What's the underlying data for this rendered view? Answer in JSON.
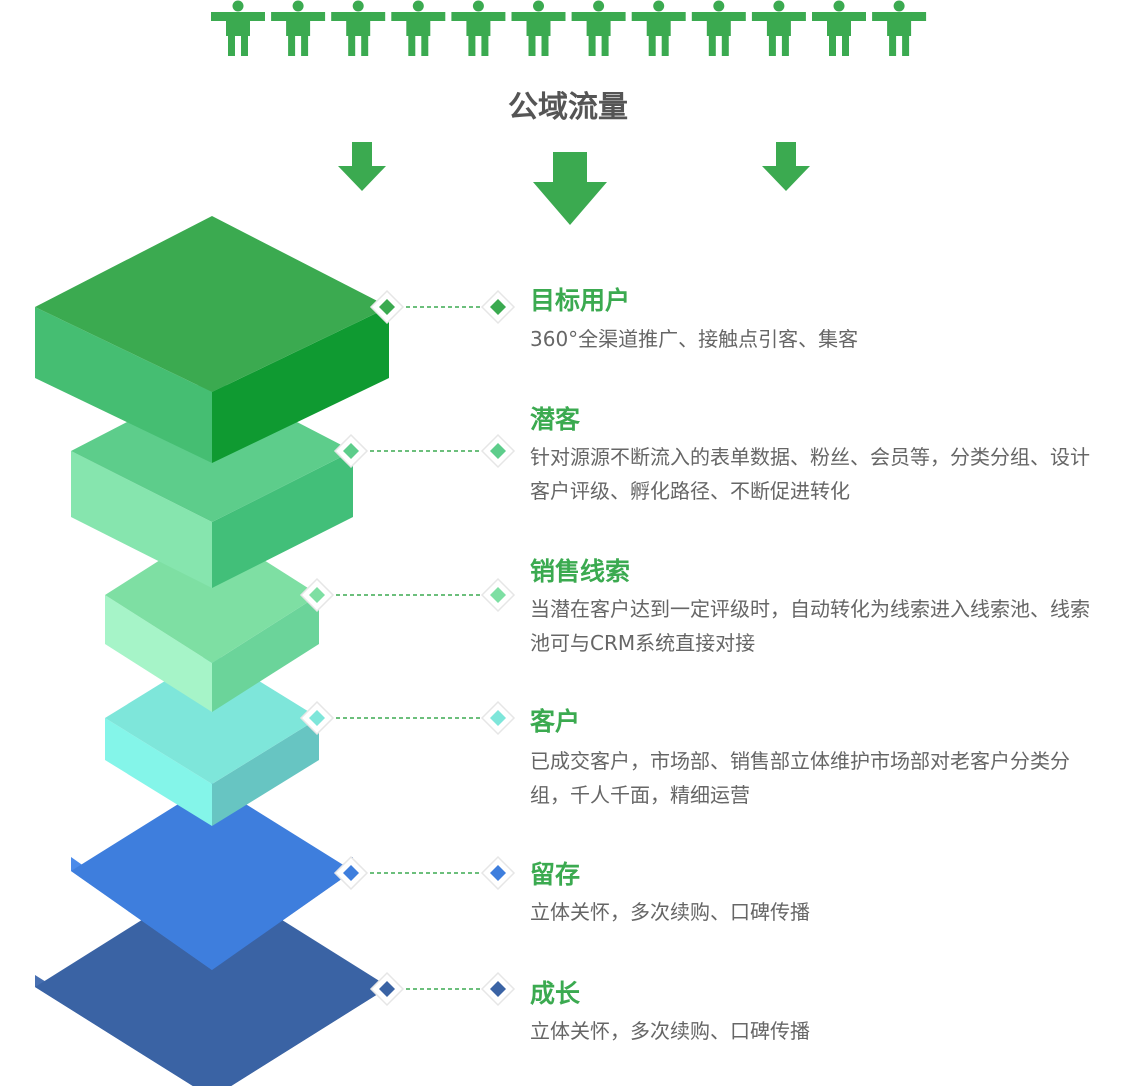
{
  "header": {
    "title": "公域流量"
  },
  "colors": {
    "title_green": "#3BAA50",
    "desc_gray": "#666666",
    "person_green": "#3BAA50",
    "arrow_green": "#3BAA50"
  },
  "people_count": 12,
  "stages": [
    {
      "title": "目标用户",
      "description": "360°全渠道推广、接触点引客、集客",
      "colors": {
        "top": "#3BAA50",
        "left": "#45BE72",
        "right": "#0F9A31",
        "dot": "#3BAA50"
      }
    },
    {
      "title": "潜客",
      "description": "针对源源不断流入的表单数据、粉丝、会员等，分类分组、设计客户评级、孵化路径、不断促进转化",
      "colors": {
        "top": "#5DCD8B",
        "left": "#86E5AE",
        "right": "#42BF79",
        "dot": "#5DCD8B"
      }
    },
    {
      "title": "销售线索",
      "description": "当潜在客户达到一定评级时，自动转化为线索进入线索池、线索池可与CRM系统直接对接",
      "colors": {
        "top": "#7EDFA3",
        "left": "#A6F4C8",
        "right": "#6BD49A",
        "dot": "#7EDFA3"
      }
    },
    {
      "title": "客户",
      "description": "已成交客户，市场部、销售部立体维护市场部对老客户分类分组，千人千面，精细运营",
      "colors": {
        "top": "#7EE6DA",
        "left": "#84F5E9",
        "right": "#67C5C2",
        "dot": "#7EE6DA"
      }
    },
    {
      "title": "留存",
      "description": "立体关怀，多次续购、口碑传播",
      "colors": {
        "top": "#3E7EDD",
        "left": "#4B8BEA",
        "right": "#3866B8",
        "dot": "#3E7EDD"
      }
    },
    {
      "title": "成长",
      "description": "立体关怀，多次续购、口碑传播",
      "colors": {
        "top": "#3A63A4",
        "left": "#476FB1",
        "right": "#3E5A8E",
        "dot": "#3A63A4"
      }
    }
  ]
}
